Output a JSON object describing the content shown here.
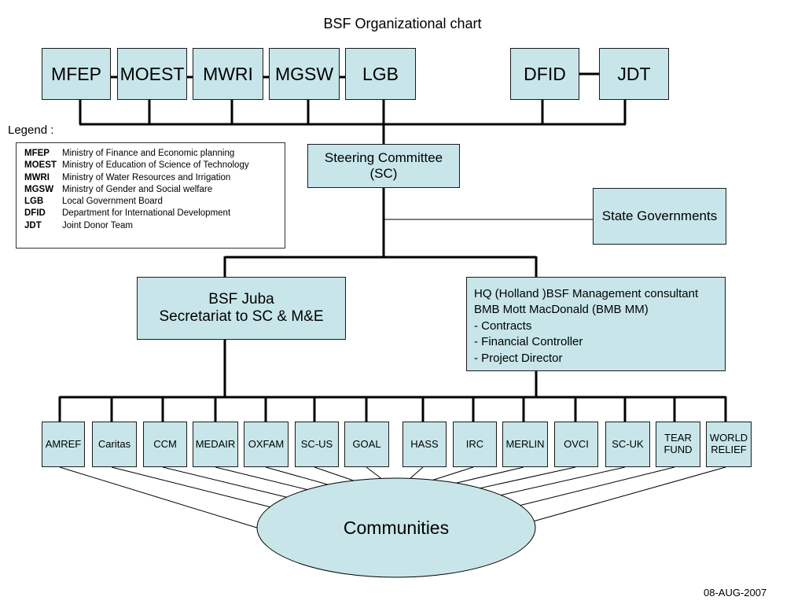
{
  "title": "BSF Organizational chart",
  "top_nodes": {
    "mfep": "MFEP",
    "moest": "MOEST",
    "mwri": "MWRI",
    "mgsw": "MGSW",
    "lgb": "LGB",
    "dfid": "DFID",
    "jdt": "JDT"
  },
  "legend": {
    "label": "Legend :",
    "entries": [
      {
        "abbr": "MFEP",
        "text": "Ministry of Finance and Economic planning"
      },
      {
        "abbr": "MOEST",
        "text": "Ministry of Education of Science of Technology"
      },
      {
        "abbr": "MWRI",
        "text": "Ministry of Water Resources and Irrigation"
      },
      {
        "abbr": "MGSW",
        "text": "Ministry of Gender and Social welfare"
      },
      {
        "abbr": "LGB",
        "text": "Local Government Board"
      },
      {
        "abbr": "DFID",
        "text": "Department for International Development"
      },
      {
        "abbr": "JDT",
        "text": "Joint Donor Team"
      }
    ]
  },
  "steering": {
    "line1": "Steering Committee",
    "line2": "(SC)"
  },
  "state_gov": "State Governments",
  "bsf_juba": {
    "line1": "BSF Juba",
    "line2": "Secretariat to SC & M&E"
  },
  "hq": {
    "lines": [
      "HQ (Holland )BSF Management consultant",
      "BMB Mott MacDonald (BMB MM)",
      "- Contracts",
      "- Financial Controller",
      "- Project Director"
    ]
  },
  "orgs": [
    "AMREF",
    "Caritas",
    "CCM",
    "MEDAIR",
    "OXFAM",
    "SC-US",
    "GOAL",
    "HASS",
    "IRC",
    "MERLIN",
    "OVCI",
    "SC-UK",
    "TEAR FUND",
    "WORLD RELIEF"
  ],
  "communities": "Communities",
  "date": "08-AUG-2007",
  "colors": {
    "box_fill": "#c8e6ea",
    "line": "#000000"
  }
}
